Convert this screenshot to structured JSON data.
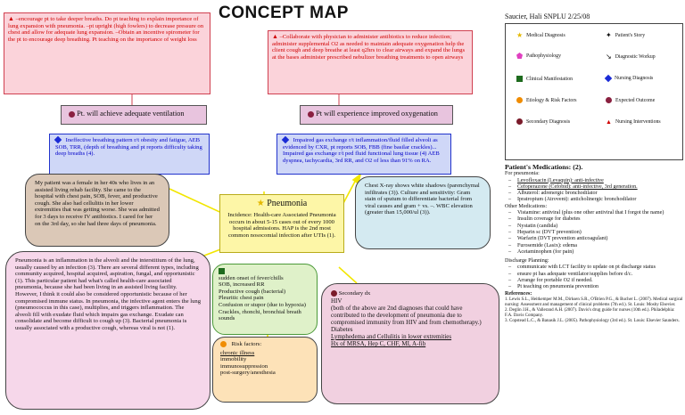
{
  "title": "CONCEPT MAP",
  "author": "Saucier, Hali SNPLU 2/25/08",
  "interventions": {
    "left": "–encourage pt to take deeper breaths. Do pt teaching to explain importance of lung expansion with pneumonia. –pt upright (high fowlers) to decrease pressure on chest and allow for adequate lung expansion. –Obtain an incentive spirometer for the pt to encourage deep breathing. Pt teaching on the importance of weight loss",
    "right": "–Collaborate with physician to administer antibiotics to reduce infection; administer supplemental O2 as needed to maintain adequate oxygenation help the client cough and deep breathe at least q2hrs to clear airways and expand the lungs at the bases administer prescribed nebulizer breathing treatments to open airways"
  },
  "goals": {
    "left": "Pt. will achieve adequate ventilation",
    "right": "Pt will experience improved oxygenation"
  },
  "nursing_dx": {
    "left": "Ineffective breathing pattern r/t obesity and fatigue, AEB SOB, TRR, (depth of breathing and pt reports difficulty taking deep breaths (4).",
    "right": "Impaired gas exchange r/t inflammation/fluid filled alveoli as evidenced by CXR, pt reports SOB, FBB (fine basilar crackles)... Impaired gas exchange r/t ped fluid functional lung tissue (4) AEB dyspnea, tachycardia, 3rd RR, and O2 of less than 91% on RA."
  },
  "story": "My patient was a female in her 40s who lives in an assisted living rehab facility. She came to the hospital with chest pain, SOB, fever, and productive cough. She also had cellulitis in her lower extremities that was getting worse. She was admitted for 3 days to receive IV antibiotics. I cared for her on the 3rd day, so she had three days of pneumonia.",
  "center": {
    "heading": "Pneumonia",
    "body": "Incidence: Health-care Associated Pneumonia occurs in about 5-15 cases out of every 1000 hospital admissions. HAP is the 2nd most common nosocomial infection after UTIs (1)."
  },
  "diagnostics": "Chest X-ray shows white shadows (parenchymal infiltrates (3)). Culture and sensitivity: Gram stain of sputum to differentiate bacterial from viral causes and gram + vs. –. WBC elevation (greater than 15,000/ul (3)).",
  "physiology": "Pneumonia is an inflammation in the alveoli and the interstitium of the lung, usually caused by an infection (3). There are several different types, including community acquired, hospital acquired, aspiration, fungal, and opportunistic (1). This particular patient had what's called health-care associated pneumonia, because she had been living in an assisted living facility. However, I think it could also be considered opportunistic because of her compromised immune status. In pneumonia, the infective agent enters the lung (pneumococcus in this case), multiplies, and triggers inflammation. The alveoli fill with exudate fluid which impairs gas exchange. Exudate can consolidate and become difficult to cough up (3). Bacterial pneumonia is usually associated with a productive cough, whereas viral is not (1).",
  "manifestations": [
    "sudden onset of fever/chills",
    "SOB, increased RR",
    "Productive cough (bacterial)",
    "Pleuritic chest pain",
    "Confusion or stupor (due to hypoxia)",
    "Crackles, rhonchi, bronchial breath sounds"
  ],
  "risk": {
    "heading": "Risk factors:",
    "items": [
      "chronic illness",
      "immobility",
      "immunosuppression",
      "post-surgery/anesthesia"
    ]
  },
  "secondary": {
    "heading": "Secondary dx",
    "hiv": "HIV",
    "hiv_note": "(both of the above are 2nd diagnoses that could have contributed to the development of pneumonia due to compromised immunity from HIV and from chemotherapy.)",
    "diabetes": "Diabetes",
    "lymph": "Lymphedema and Cellulitis in lower extremities",
    "hx": "Hx of MRSA, Hep C, CHF, MI, A-fib"
  },
  "legend": {
    "items": [
      "Medical Diagnosis",
      "Patient's Story",
      "Pathophysiology",
      "Diagnostic Workup",
      "Clinical Manifestation",
      "Nursing Diagnosis",
      "Etiology & Risk Factors",
      "Expected Outcome",
      "Secondary Diagnosis",
      "Nursing Interventions"
    ]
  },
  "meds": {
    "heading": "Patient's Medications: (2).",
    "subhead": "For pneumonia:",
    "pneumonia": [
      "Levofloxacin (Levaquin): anti-infective",
      "Cefoperazone (Cefobid): anti-infective, 3rd generation.",
      "Albuterol: adrenergic bronchodilator",
      "Ipratropium (Atrovent): anticholinergic bronchodilator"
    ],
    "other_head": "Other Medications:",
    "other": [
      "Vistamine: antiviral (plus one other antiviral that I forgot the name)",
      "Insulin coverage for diabetes",
      "Nystatin (candida)",
      "Heparin sc (DVT prevention)",
      "Warfarin (DVT prevention anticoagulant)",
      "Furosemide (Lasix): edema",
      "Acetaminophen (for pain)"
    ],
    "discharge_head": "Discharge Planning:",
    "discharge": [
      "communicate with LCT facility to update on pt discharge status",
      "ensure pt has adequate ventilator/supplies before d/c.",
      "Arrange for portable O2 if needed.",
      "Pt teaching on pneumonia prevention"
    ],
    "ref_head": "References:",
    "refs": [
      "1. Lewis S.L., Heitkemper M.M., Dirksen S.R., O'Brien P.G., & Bucher L. (2007). Medical surgical nursing: Assessment and management of clinical problems (7th ed.). St. Louis: Mosby Elsevier.",
      "2. Deglin J.H., & Vallerand A.H. (2007). Davis's drug guide for nurses (10th ed.). Philadelphia: F.A. Davis Company.",
      "3. Copstead L.C., & Banasik J.L. (2005). Pathophysiology (3rd ed.). St. Louis: Elsevier Saunders."
    ]
  },
  "colors": {
    "intervention_bg": "#fbd3da",
    "goal_bg": "#e8c4de",
    "outcome_bg": "#cfd7f7",
    "center_bg": "#fdf6a7",
    "diagnostic_bg": "#d4eaf1",
    "manifestation_bg": "#dff1c9",
    "risk_bg": "#fde2b8"
  }
}
